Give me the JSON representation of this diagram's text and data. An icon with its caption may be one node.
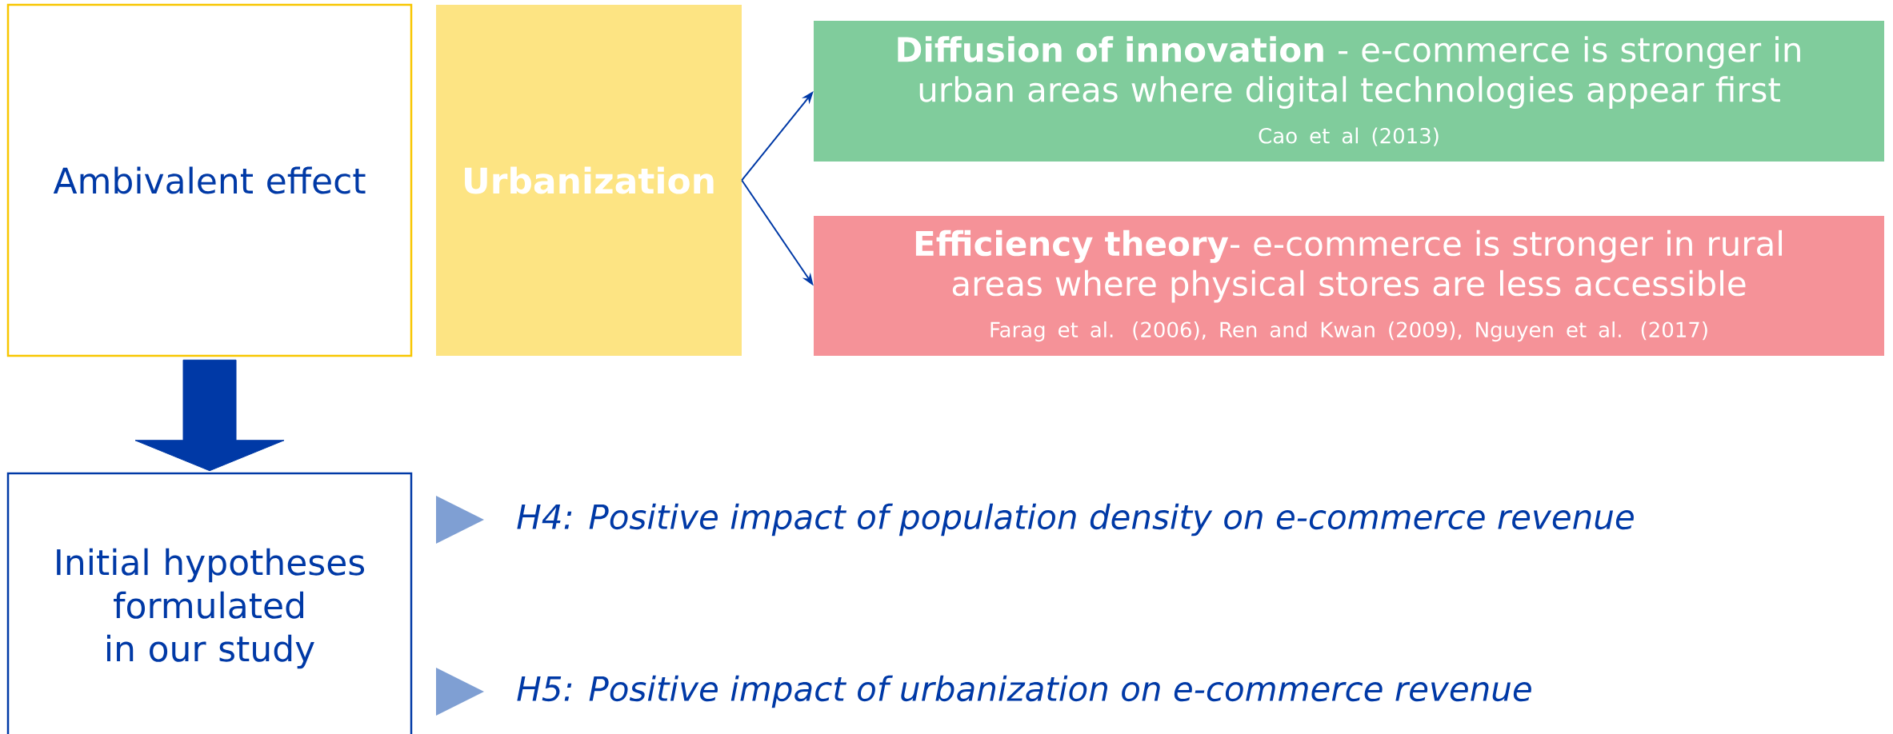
{
  "diagram": {
    "nodes": [
      {
        "text": [
          "Ambivalent effect"
        ]
      },
      {
        "text": [
          "Urbanization"
        ]
      },
      {
        "text": [
          "**Diffusion of innovation** - e-commerce is stronger in urban areas where digital technologies appear first",
          "Cao et al (2013)"
        ]
      },
      {
        "text": [
          "**Efficiency theory**- e-commerce is stronger in rural areas where physical stores are less accessible",
          "Farag et al. (2006), Ren and Kwan (2009), Nguyen et al. (2017)"
        ]
      },
      {
        "text": [
          "Initial hypotheses formulated in our study"
        ]
      }
    ],
    "edges": [
      {
        "from": 1,
        "to": 2,
        "arrow": "to"
      },
      {
        "from": 1,
        "to": 3,
        "arrow": "to"
      },
      {
        "from": 0,
        "to": 4,
        "arrow": "to",
        "style": "thick"
      }
    ],
    "labels": [
      "H4: Positive impact of population density on e-commerce revenue",
      "H5: Positive impact of urbanization on e-commerce revenue"
    ]
  }
}
